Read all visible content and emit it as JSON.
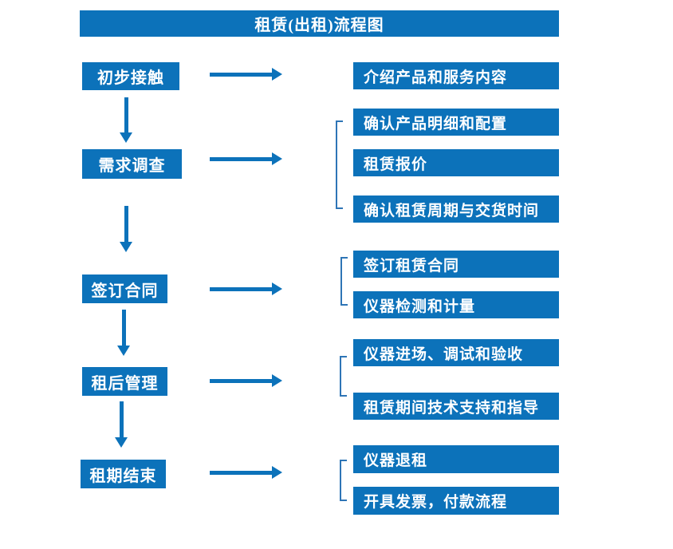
{
  "title": "租赁(出租)流程图",
  "colors": {
    "primary_blue": "#0c72ba",
    "bracket_blue": "#2e75b6",
    "text_white": "#ffffff",
    "background": "#ffffff"
  },
  "flow": {
    "type": "flowchart",
    "steps": [
      {
        "label": "初步接触",
        "outputs": [
          "介绍产品和服务内容"
        ]
      },
      {
        "label": "需求调查",
        "outputs": [
          "确认产品明细和配置",
          "租赁报价",
          "确认租赁周期与交货时间"
        ]
      },
      {
        "label": "签订合同",
        "outputs": [
          "签订租赁合同",
          "仪器检测和计量"
        ]
      },
      {
        "label": "租后管理",
        "outputs": [
          "仪器进场、调试和验收",
          "租赁期间技术支持和指导"
        ]
      },
      {
        "label": "租期结束",
        "outputs": [
          "仪器退租",
          "开具发票，付款流程"
        ]
      }
    ]
  }
}
